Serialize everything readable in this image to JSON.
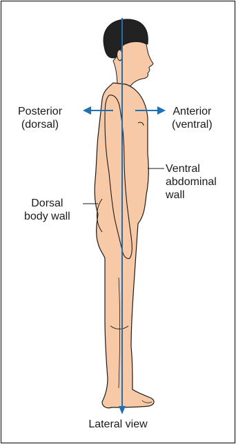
{
  "labels": {
    "posterior": [
      "Posterior",
      "(dorsal)"
    ],
    "anterior": [
      "Anterior",
      "(ventral)"
    ],
    "ventral_wall": [
      "Ventral",
      "abdominal",
      "wall"
    ],
    "dorsal_wall": [
      "Dorsal",
      "body wall"
    ],
    "view": "Lateral view"
  },
  "icons": {
    "axis": "vertical-axis-arrow",
    "posterior_arrow": "left-arrow-icon",
    "anterior_arrow": "right-arrow-icon"
  },
  "colors": {
    "skin": "#f8c9a6",
    "hair": "#222222",
    "axis": "#1f6fb5",
    "outline": "#1a1a1a"
  }
}
